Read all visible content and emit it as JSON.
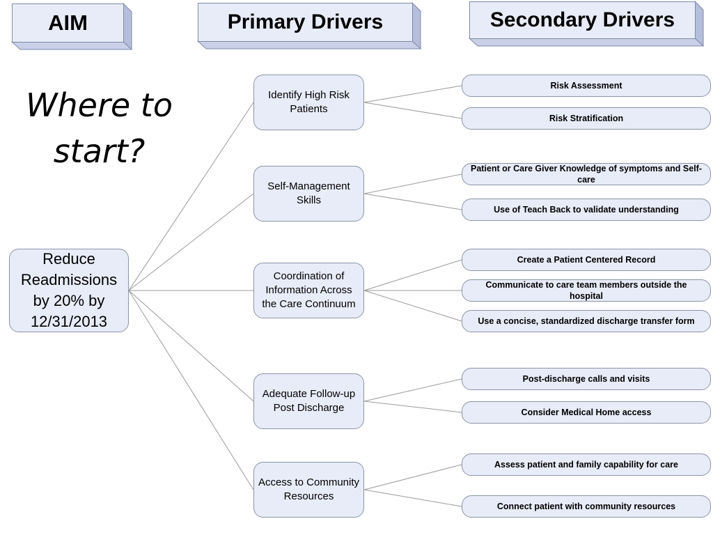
{
  "headers": {
    "aim": "AIM",
    "primary": "Primary Drivers",
    "secondary": "Secondary Drivers"
  },
  "question": "Where to start?",
  "aim_node": "Reduce Readmissions by 20% by 12/31/2013",
  "primary": [
    {
      "label": "Identify High Risk Patients",
      "secondary": [
        "Risk Assessment",
        "Risk Stratification"
      ]
    },
    {
      "label": "Self-Management Skills",
      "secondary": [
        "Patient or Care Giver Knowledge of symptoms and Self-care",
        "Use of Teach Back to validate understanding"
      ]
    },
    {
      "label": "Coordination of Information Across the Care Continuum",
      "secondary": [
        "Create a Patient Centered Record",
        "Communicate to care team members outside the hospital",
        "Use a concise, standardized discharge transfer form"
      ]
    },
    {
      "label": "Adequate Follow-up Post Discharge",
      "secondary": [
        "Post-discharge calls and visits",
        "Consider Medical Home access"
      ]
    },
    {
      "label": "Access to Community Resources",
      "secondary": [
        "Assess patient and family capability for care",
        "Connect patient with community resources"
      ]
    }
  ],
  "colors": {
    "box_fill": "#e8ecf8",
    "box_border": "#8b93a7",
    "bevel_side": "#b5bfdc",
    "bevel_bottom": "#c9d0e8",
    "line": "#9a9a9a"
  }
}
